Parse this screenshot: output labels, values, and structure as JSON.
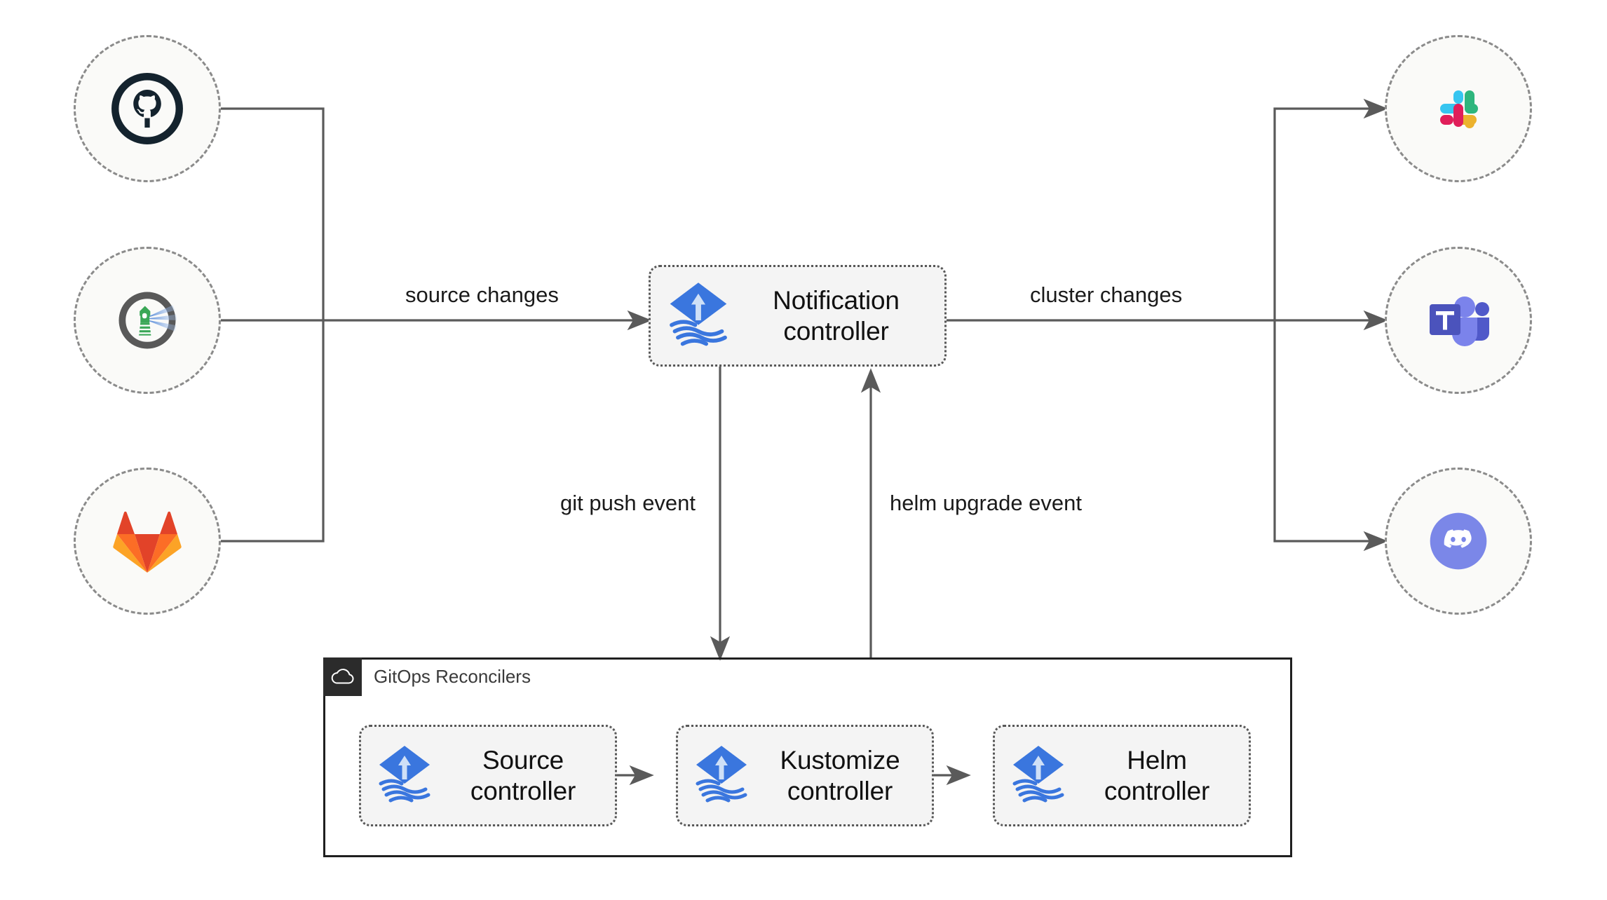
{
  "diagram": {
    "title": "Flux notification controller architecture",
    "background": "#ffffff",
    "line_color": "#5a5a5a",
    "sources": [
      {
        "id": "github",
        "label": "GitHub",
        "icon": "github-icon"
      },
      {
        "id": "flux",
        "label": "Flux",
        "icon": "flux-lighthouse-icon"
      },
      {
        "id": "gitlab",
        "label": "GitLab",
        "icon": "gitlab-icon"
      }
    ],
    "targets": [
      {
        "id": "slack",
        "label": "Slack",
        "icon": "slack-icon"
      },
      {
        "id": "teams",
        "label": "Microsoft Teams",
        "icon": "microsoft-teams-icon"
      },
      {
        "id": "discord",
        "label": "Discord",
        "icon": "discord-icon"
      }
    ],
    "notification_controller": {
      "label_line1": "Notification",
      "label_line2": "controller",
      "icon": "flux-logo-icon"
    },
    "group": {
      "title": "GitOps Reconcilers",
      "icon": "cloud-icon",
      "nodes": [
        {
          "id": "source-controller",
          "label_line1": "Source",
          "label_line2": "controller",
          "icon": "flux-logo-icon"
        },
        {
          "id": "kustomize-controller",
          "label_line1": "Kustomize",
          "label_line2": "controller",
          "icon": "flux-logo-icon"
        },
        {
          "id": "helm-controller",
          "label_line1": "Helm",
          "label_line2": "controller",
          "icon": "flux-logo-icon"
        }
      ]
    },
    "edge_labels": {
      "source_changes": "source changes",
      "cluster_changes": "cluster changes",
      "git_push_event": "git push event",
      "helm_upgrade_event": "helm upgrade event"
    },
    "colors": {
      "flux_blue": "#3a76de",
      "flux_arrow": "#cfe0f7",
      "github_dark": "#14232e",
      "gitlab_red": "#e24329",
      "gitlab_orange": "#fc6d26",
      "gitlab_amber": "#fca326",
      "slack_blue": "#36c5f0",
      "slack_green": "#2eb67d",
      "slack_yellow": "#ecb22e",
      "slack_red": "#e01e5a",
      "teams_purple": "#4b53bc",
      "teams_light": "#7b83eb",
      "discord_blurple": "#7b87e8",
      "node_fill": "#fafaf8",
      "box_fill": "#f4f4f4",
      "group_border": "#1f1f1f",
      "badge_fill": "#2b2b2b"
    }
  }
}
